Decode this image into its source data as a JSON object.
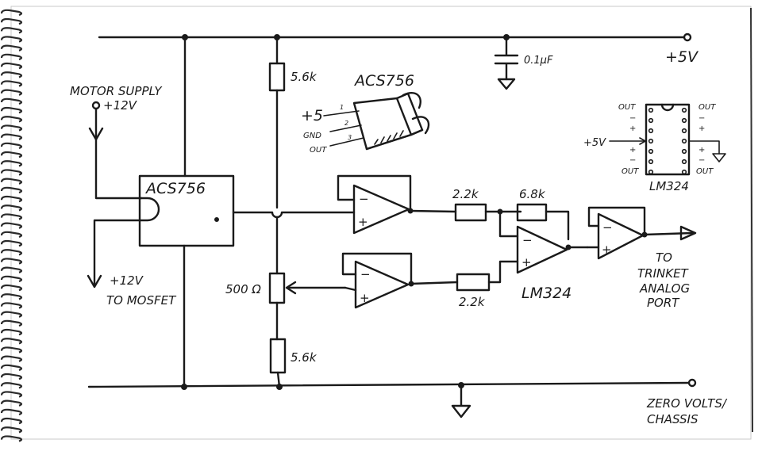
{
  "colors": {
    "ink": "#1a1a1a",
    "paper": "#ffffff",
    "spiral": "#2a2a2a"
  },
  "labels": {
    "motor_supply": "MOTOR SUPPLY",
    "plus12v_in": "+12V",
    "plus12v_out": "+12V",
    "to_mosfet": "TO MOSFET",
    "acs_chip": "ACS756",
    "acs_part_title": "ACS756",
    "pin_plus5": "+5",
    "pin_gnd": "GND",
    "pin_out": "OUT",
    "pin_n1": "1",
    "pin_n2": "2",
    "pin_n3": "3",
    "r_top": "5.6k",
    "r_bottom": "5.6k",
    "pot": "500 Ω",
    "r_in1": "2.2k",
    "r_in2": "2.2k",
    "r_fb": "6.8k",
    "cap": "0.1μF",
    "supply_5v": "+5V",
    "lm324_mid": "LM324",
    "lm324_pinout_title": "LM324",
    "pinout_plus5v": "+5V",
    "pinout_out_tl": "OUT",
    "pinout_out_tr": "OUT",
    "pinout_out_bl": "OUT",
    "pinout_out_br": "OUT",
    "minus": "−",
    "plus": "+",
    "to_trinket_1": "TO",
    "to_trinket_2": "TRINKET",
    "to_trinket_3": "ANALOG",
    "to_trinket_4": "PORT",
    "ground_1": "ZERO VOLTS/",
    "ground_2": "CHASSIS"
  }
}
